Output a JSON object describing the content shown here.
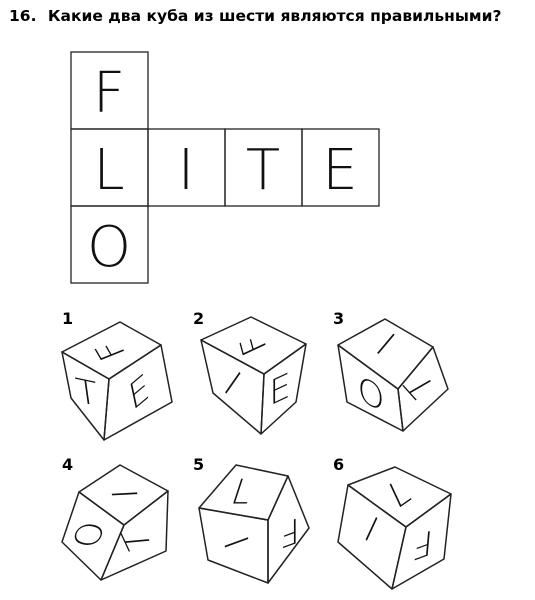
{
  "question": {
    "number": "16.",
    "text": "Какие два куба из шести являются правильными?"
  },
  "net": {
    "letters": [
      "F",
      "L",
      "I",
      "T",
      "E",
      "O"
    ]
  },
  "options": [
    {
      "label": "1",
      "faces": {
        "top": "F",
        "left": "T",
        "right": "E"
      }
    },
    {
      "label": "2",
      "faces": {
        "top": "F",
        "left": "I",
        "right": "E"
      }
    },
    {
      "label": "3",
      "faces": {
        "top": "I",
        "left": "O",
        "right": "T"
      }
    },
    {
      "label": "4",
      "faces": {
        "top": "I",
        "left": "O",
        "right": "T"
      }
    },
    {
      "label": "5",
      "faces": {
        "top": "L",
        "left": "I",
        "right": "F"
      }
    },
    {
      "label": "6",
      "faces": {
        "top": "L",
        "left": "I",
        "right": "F"
      }
    }
  ]
}
